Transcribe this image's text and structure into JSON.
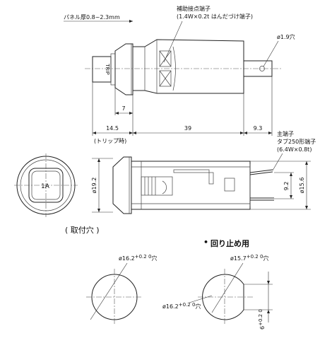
{
  "labels": {
    "panel_thickness": "パネル厚0.8~2.3mm",
    "aux_terminal": "補助接点端子",
    "aux_terminal_spec": "(1.4W×0.2t はんだづけ端子)",
    "hole": "ø1.9穴",
    "trip": "TRIP",
    "dim_7": "7",
    "dim_14_5": "14.5",
    "dim_39": "39",
    "dim_9_3": "9.3",
    "trip_state": "(トリップ時)",
    "main_terminal": "主端子",
    "tab_type": "タブ250形端子",
    "tab_spec": "(6.4W×0.8t)",
    "rating": "1A",
    "dia_19_2": "ø19.2",
    "dim_9_2": "9.2",
    "dia_15_6": "ø15.6",
    "mounting_hole": "( 取付穴 )",
    "anti_rotation_bullet": "•",
    "anti_rotation": "回り止め用",
    "hole_a": "ø16.2",
    "hole_a_tol": "+0.2 0",
    "hole_a_suffix": "穴",
    "hole_b": "ø15.7",
    "hole_b_tol": "+0.2 0",
    "hole_b_suffix": "穴",
    "hole_c": "ø16.2",
    "hole_c_tol": "+0.2 0",
    "hole_c_suffix": "穴",
    "flat_width": "6",
    "flat_width_tol": "+0.2 0"
  }
}
